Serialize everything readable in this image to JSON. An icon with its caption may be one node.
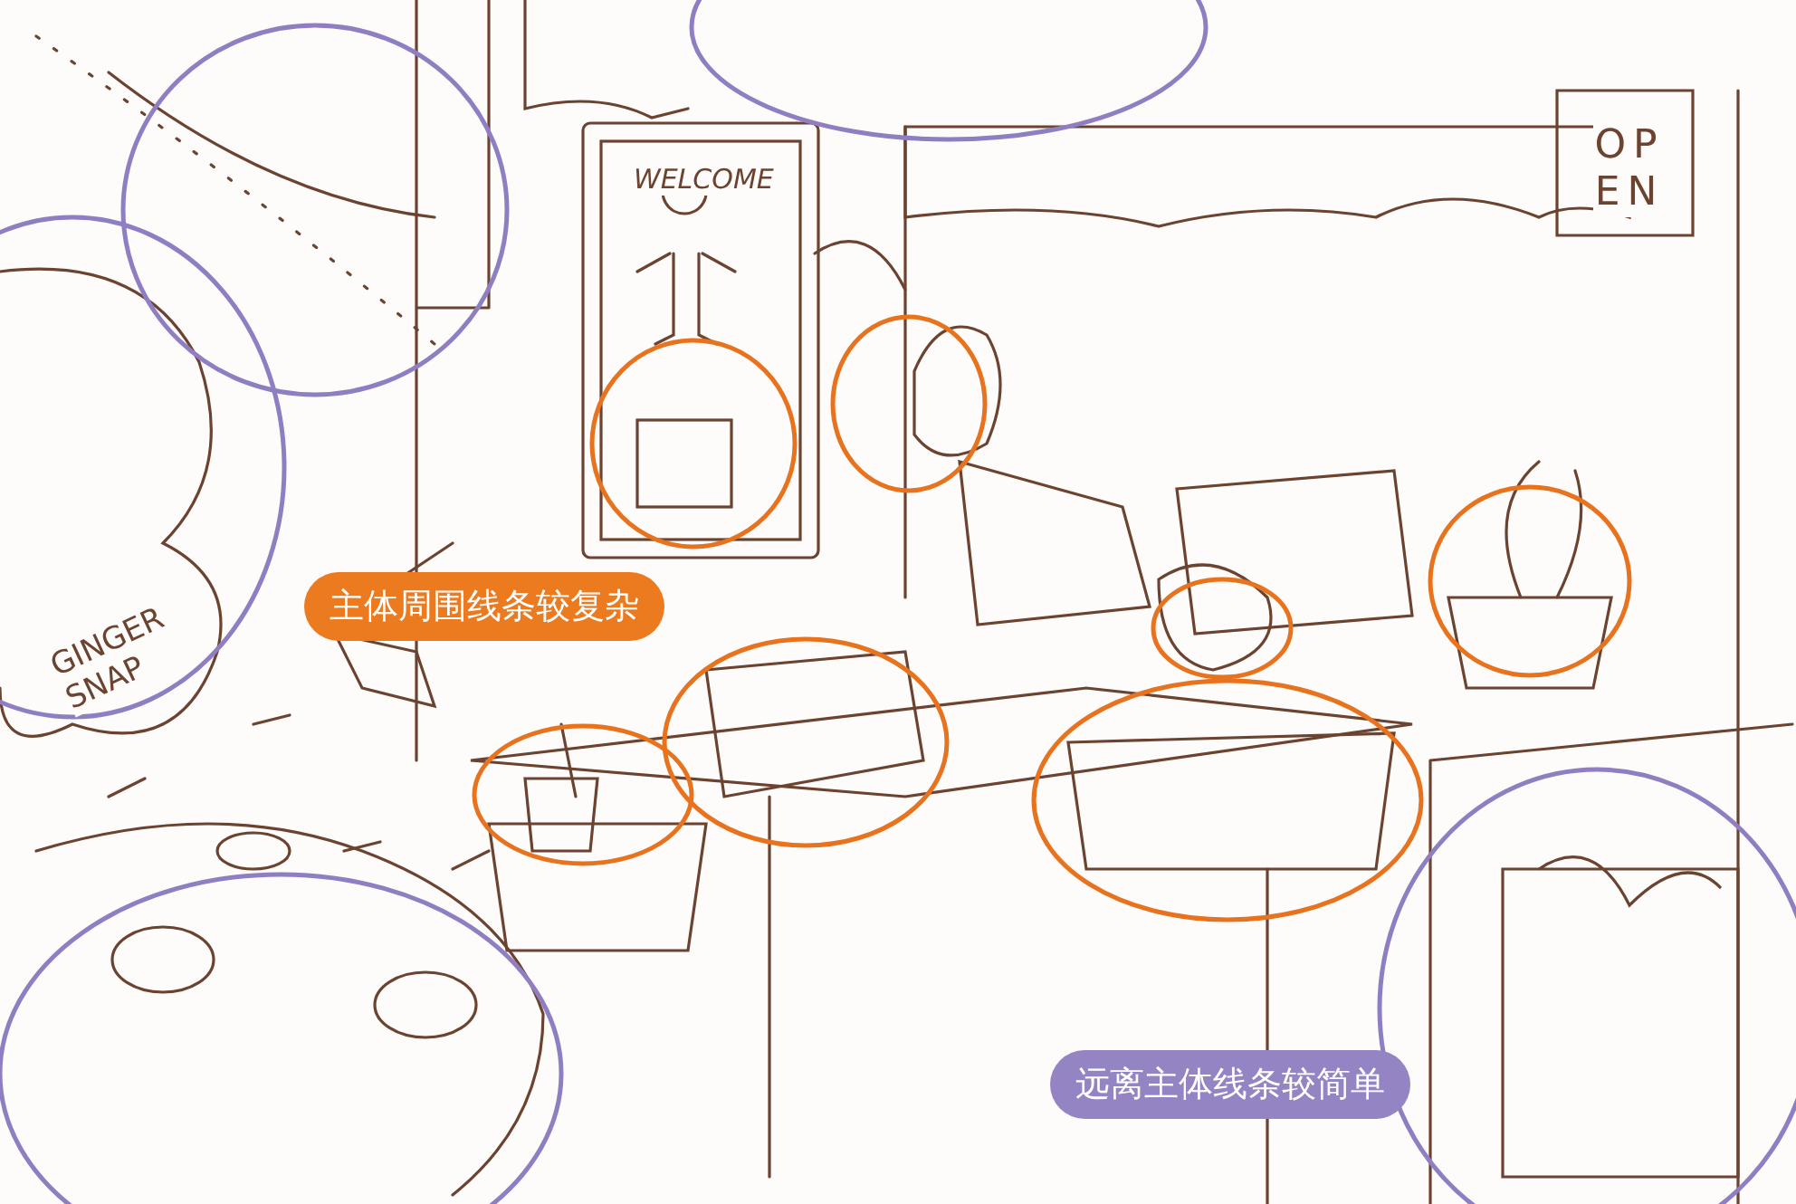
{
  "diagram": {
    "labels": [
      "OP EN",
      "WELCOME",
      "主体周围线条较复杂",
      "GINGER SNAP",
      "远离主体线条较简单"
    ]
  }
}
